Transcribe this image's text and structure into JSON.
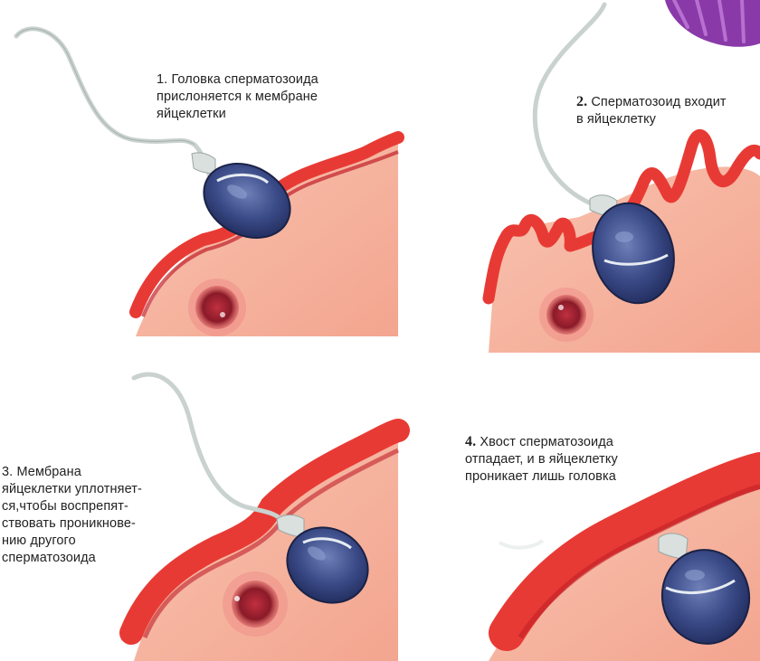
{
  "steps": [
    {
      "number": "1.",
      "text": "Головка сперматозоида\nприслоняется к мембране\nяйцеклетки",
      "bold_number": false
    },
    {
      "number": "2.",
      "text": "Сперматозоид входит\nв яйцеклетку",
      "bold_number": true
    },
    {
      "number": "3.",
      "text": "Мембрана\nяйцеклетки уплотняет-\nся,чтобы воспрепят-\nствовать проникнове-\nнию другого\nсперматозоида",
      "bold_number": false
    },
    {
      "number": "4.",
      "text": "Хвост сперматозоида\nотпадает, и в яйцеклетку\nпроникает лишь головка",
      "bold_number": true
    }
  ],
  "colors": {
    "egg_cytoplasm": "#f6b8a4",
    "egg_membrane": "#e83a34",
    "membrane_dark": "#c2202a",
    "nucleus": "#9a1c28",
    "sperm_head": "#3a4a86",
    "sperm_tail": "#c9d2cf",
    "corner_cell": "#8a3aa8"
  },
  "icons": [
    "sperm-head-icon",
    "egg-nucleus-icon"
  ]
}
